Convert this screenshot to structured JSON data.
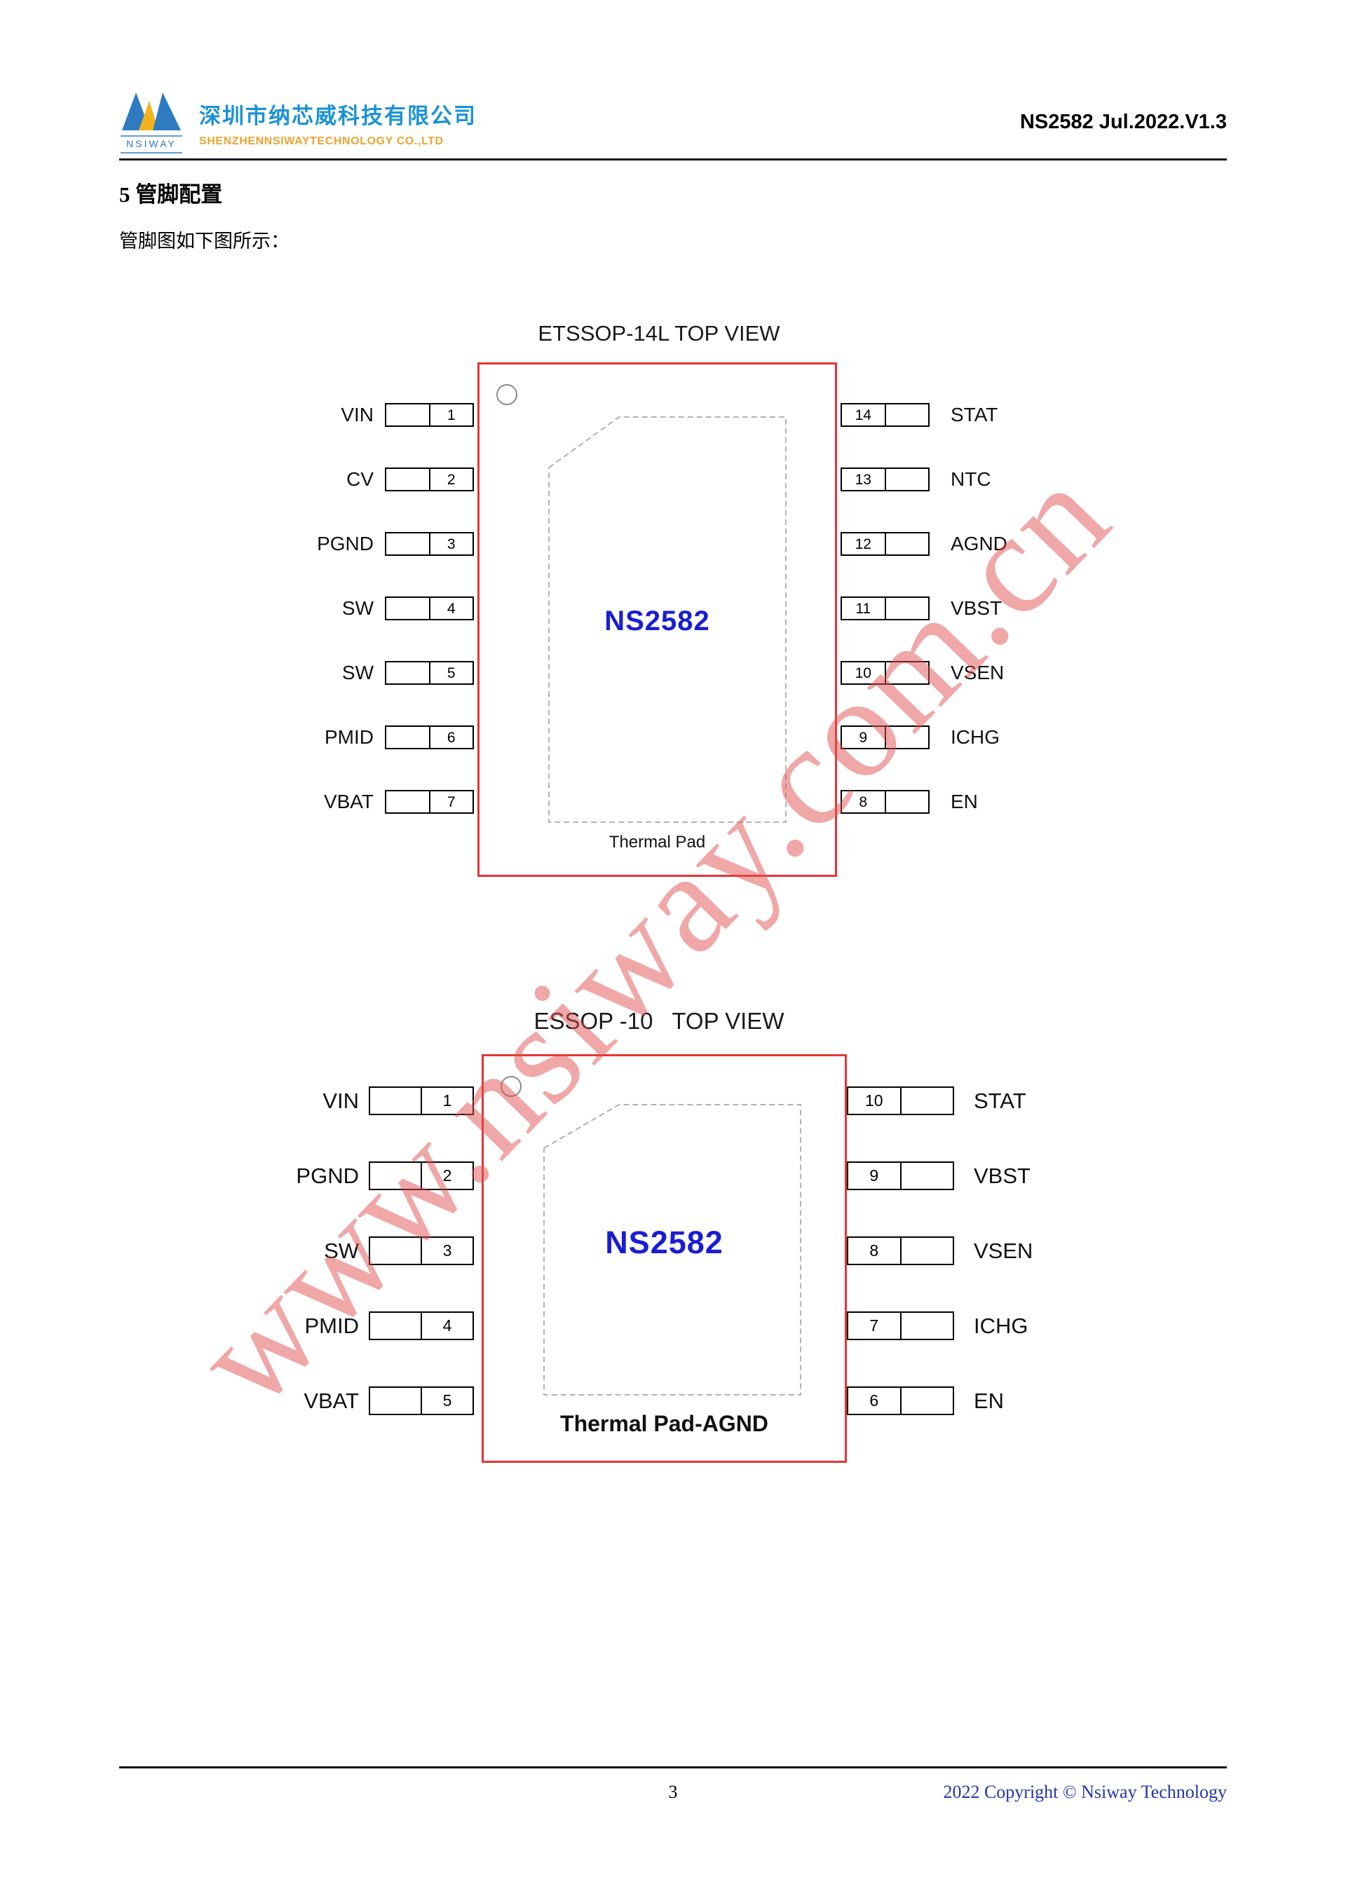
{
  "header": {
    "logo_text": "NSIWAY",
    "company_cn": "深圳市纳芯威科技有限公司",
    "company_en": "SHENZHENNSIWAYTECHNOLOGY CO.,LTD",
    "doc_ref": "NS2582 Jul.2022.V1.3",
    "colors": {
      "company_cn": "#1b93d3",
      "company_en": "#f0a330",
      "logo_blue": "#2e7bc1",
      "logo_yellow": "#f3b21d"
    }
  },
  "section": {
    "heading": "5 管脚配置",
    "intro": "管脚图如下图所示："
  },
  "diagram14": {
    "title": "ETSSOP-14L TOP VIEW",
    "chip_name": "NS2582",
    "thermal_pad_label": "Thermal Pad",
    "left_pins": [
      {
        "label": "VIN",
        "num": "1"
      },
      {
        "label": "CV",
        "num": "2"
      },
      {
        "label": "PGND",
        "num": "3"
      },
      {
        "label": "SW",
        "num": "4"
      },
      {
        "label": "SW",
        "num": "5"
      },
      {
        "label": "PMID",
        "num": "6"
      },
      {
        "label": "VBAT",
        "num": "7"
      }
    ],
    "right_pins": [
      {
        "label": "STAT",
        "num": "14"
      },
      {
        "label": "NTC",
        "num": "13"
      },
      {
        "label": "AGND",
        "num": "12"
      },
      {
        "label": "VBST",
        "num": "11"
      },
      {
        "label": "VSEN",
        "num": "10"
      },
      {
        "label": "ICHG",
        "num": "9"
      },
      {
        "label": "EN",
        "num": "8"
      }
    ]
  },
  "diagram10": {
    "title": "ESSOP -10   TOP VIEW",
    "chip_name": "NS2582",
    "thermal_pad_label": "Thermal Pad-AGND",
    "left_pins": [
      {
        "label": "VIN",
        "num": "1"
      },
      {
        "label": "PGND",
        "num": "2"
      },
      {
        "label": "SW",
        "num": "3"
      },
      {
        "label": "PMID",
        "num": "4"
      },
      {
        "label": "VBAT",
        "num": "5"
      }
    ],
    "right_pins": [
      {
        "label": "STAT",
        "num": "10"
      },
      {
        "label": "VBST",
        "num": "9"
      },
      {
        "label": "VSEN",
        "num": "8"
      },
      {
        "label": "ICHG",
        "num": "7"
      },
      {
        "label": "EN",
        "num": "6"
      }
    ]
  },
  "watermark": {
    "text": "www.nsiway.com.cn",
    "color": "#e25050"
  },
  "colors": {
    "chip_border": "#e63434",
    "chip_name": "#1a1ed2"
  },
  "footer": {
    "page_number": "3",
    "copyright": "2022 Copyright © Nsiway Technology"
  }
}
